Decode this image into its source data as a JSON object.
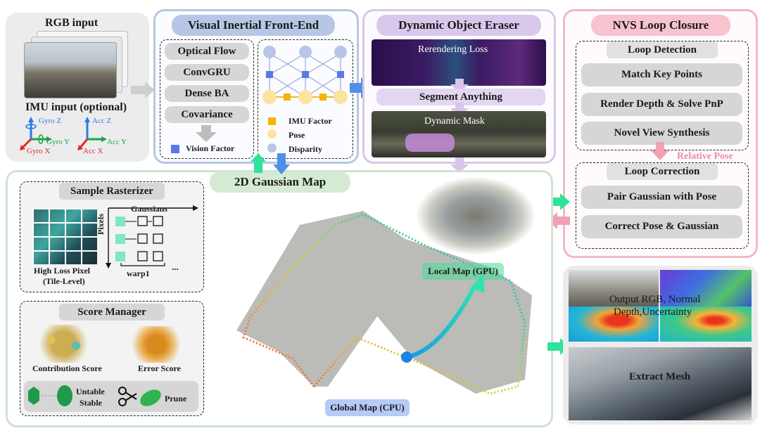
{
  "input": {
    "rgb_label": "RGB input",
    "imu_label": "IMU input (optional)",
    "gyro_z": "Gyro Z",
    "gyro_y": "Gyro Y",
    "gyro_x": "Gyro X",
    "acc_z": "Acc Z",
    "acc_y": "Acc Y",
    "acc_x": "Acc X"
  },
  "frontend": {
    "title": "Visual Inertial Front-End",
    "items": [
      "Optical Flow",
      "ConvGRU",
      "Dense BA",
      "Covariance"
    ],
    "vision_factor": "Vision Factor",
    "legend": [
      "IMU Factor",
      "Pose",
      "Disparity"
    ]
  },
  "eraser": {
    "title": "Dynamic Object Eraser",
    "rerender_loss": "Rerendering Loss",
    "segment": "Segment Anything",
    "dynamic_mask": "Dynamic Mask"
  },
  "loop": {
    "title": "NVS Loop Closure",
    "detection_title": "Loop Detection",
    "detection_items": [
      "Match Key Points",
      "Render Depth & Solve PnP",
      "Novel View Synthesis"
    ],
    "relative_pose": "Relative Pose",
    "correction_title": "Loop Correction",
    "correction_items": [
      "Pair Gaussian with Pose",
      "Correct Pose & Gaussian"
    ]
  },
  "gmap": {
    "title": "2D Gaussian Map",
    "rasterizer_title": "Sample Rasterizer",
    "gaussians": "Gaussians",
    "pixels": "Pixels",
    "warp": "warp1",
    "ellipsis": "...",
    "high_loss": "High Loss Pixel",
    "tile_level": "(Tile-Level)",
    "score_title": "Score Manager",
    "contribution": "Contribution Score",
    "error": "Error Score",
    "untable": "Untable",
    "stable": "Stable",
    "prune": "Prune",
    "local_map": "Local Map (GPU)",
    "global_map": "Global Map (CPU)"
  },
  "output": {
    "rgb_normal": "Output RGB, Normal",
    "depth_unc": "Depth,Uncertainty",
    "mesh": "Extract Mesh"
  },
  "colors": {
    "frontend_border": "#b7c6e4",
    "eraser_border": "#d7c9e5",
    "loop_border": "#f2b7c4",
    "gmap_border": "#cfe3cf",
    "arrow_blue": "#4f8fe8",
    "arrow_green": "#2ee39a",
    "arrow_pink": "#f2a0b4",
    "arrow_purple": "#d8c4ec"
  }
}
